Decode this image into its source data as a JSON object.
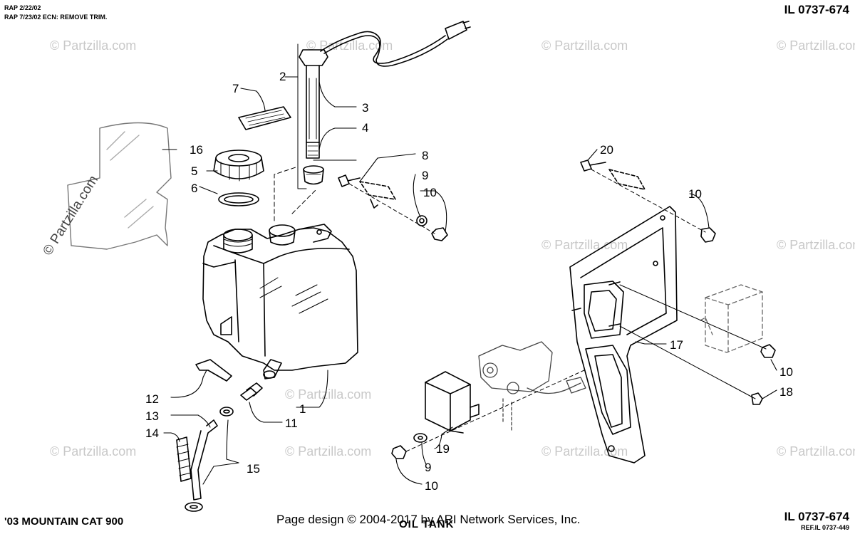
{
  "header": {
    "rev_line_1": "RAP 2/22/02",
    "rev_line_2": "RAP 7/23/02 ECN: REMOVE TRIM.",
    "il_number_top": "IL 0737-674",
    "il_number_bottom": "IL 0737-674",
    "ref_number": "REF.IL 0737-449"
  },
  "footer": {
    "model": "'03 MOUNTAIN CAT 900",
    "diagram_title": "OIL TANK",
    "copyright": "Page design © 2004-2017 by ARI Network Services, Inc."
  },
  "watermark": "© Partzilla.com",
  "callouts": [
    "1",
    "2",
    "3",
    "4",
    "5",
    "6",
    "7",
    "8",
    "9",
    "10",
    "11",
    "12",
    "13",
    "14",
    "15",
    "16",
    "17",
    "18",
    "19",
    "20"
  ],
  "callout_extra": [
    "9",
    "10",
    "10",
    "10"
  ]
}
